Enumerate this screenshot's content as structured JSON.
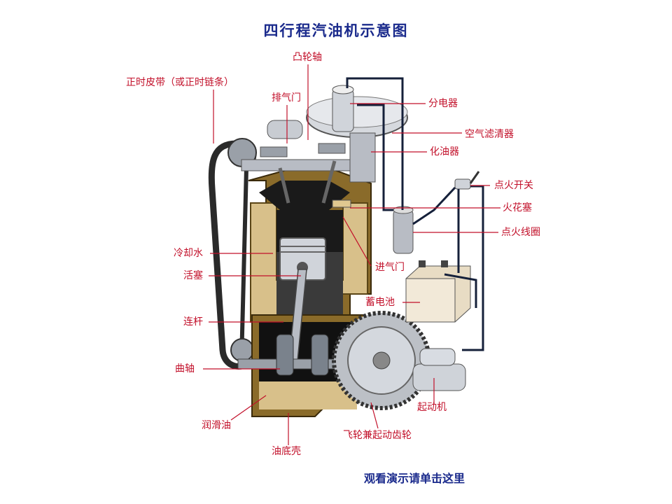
{
  "title": "四行程汽油机示意图",
  "footer_link": "观看演示请单击这里",
  "colors": {
    "label": "#c2102a",
    "title": "#1a2a8c",
    "block": "#8a6b2a",
    "coolant": "#d8c08a",
    "chamber": "#1a1a1a",
    "wire": "#15203a",
    "metal": "#b8bcc4"
  },
  "labels": {
    "camshaft": "凸轮轴",
    "timing_belt": "正时皮带（或正时链条）",
    "exhaust_valve": "排气门",
    "distributor": "分电器",
    "air_filter": "空气滤清器",
    "carburetor": "化油器",
    "ignition_switch": "点火开关",
    "spark_plug": "火花塞",
    "ignition_coil": "点火线圈",
    "coolant": "冷却水",
    "piston": "活塞",
    "intake_valve": "进气门",
    "battery": "蓄电池",
    "connecting_rod": "连杆",
    "crankshaft": "曲轴",
    "starter": "起动机",
    "lubricating_oil": "润滑油",
    "oil_pan": "油底壳",
    "flywheel": "飞轮兼起动齿轮"
  }
}
